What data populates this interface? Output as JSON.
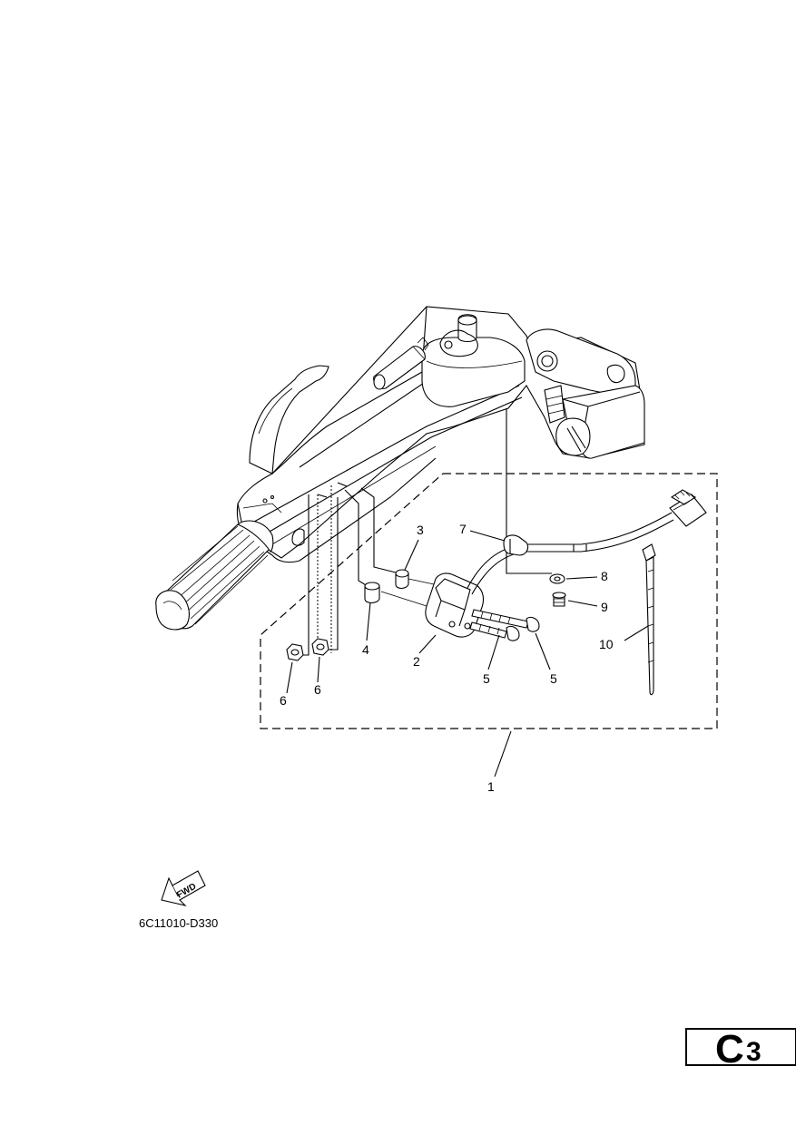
{
  "diagram": {
    "callouts": {
      "c1": "1",
      "c2": "2",
      "c3": "3",
      "c4": "4",
      "c5a": "5",
      "c5b": "5",
      "c6a": "6",
      "c6b": "6",
      "c7": "7",
      "c8": "8",
      "c9": "9",
      "c10": "10"
    },
    "fwd_label": "FWD",
    "drawing_code": "6C11010-D330",
    "page_code_letter": "C",
    "page_code_number": "3"
  }
}
